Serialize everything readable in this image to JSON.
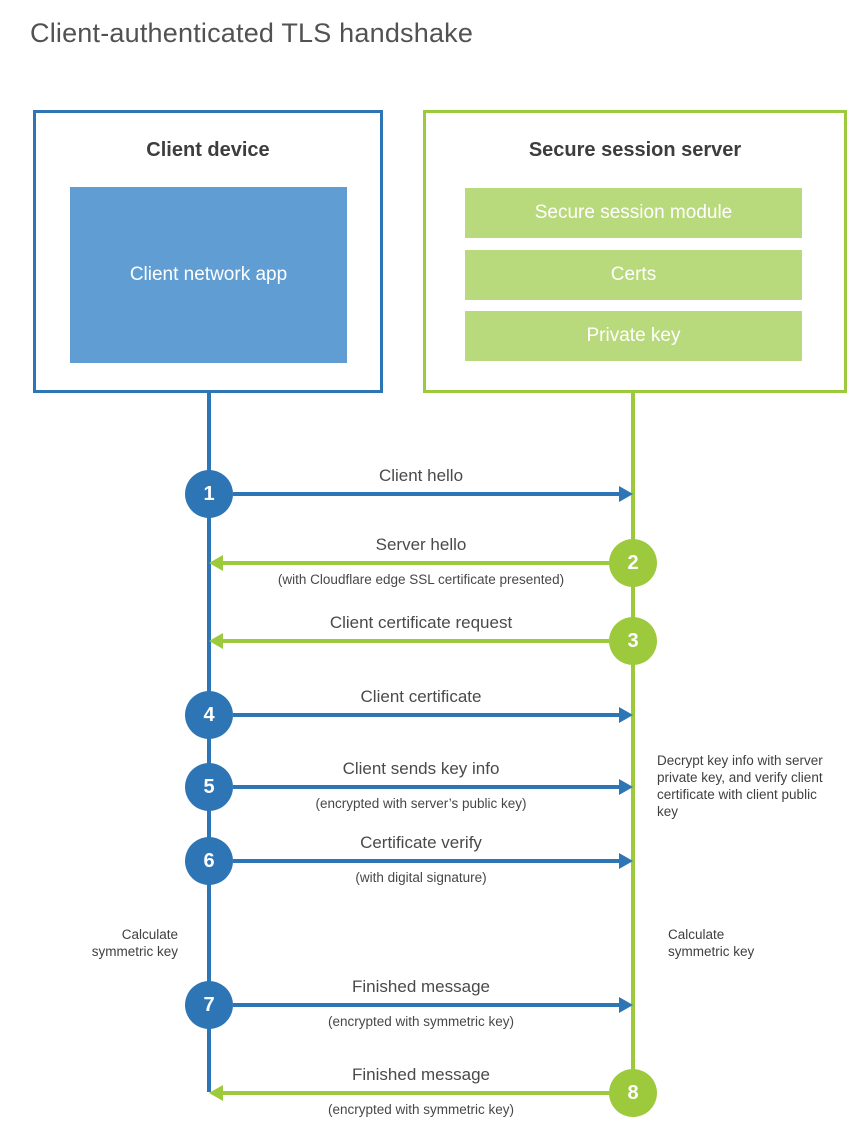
{
  "title": "Client-authenticated TLS handshake",
  "colors": {
    "blue": "#2e75b6",
    "light_blue": "#5f9dd2",
    "green": "#9cca3c",
    "light_green": "#b9da7c"
  },
  "client_box": {
    "title": "Client device",
    "inner_label": "Client network app"
  },
  "server_box": {
    "title": "Secure session server",
    "modules": [
      "Secure session module",
      "Certs",
      "Private key"
    ]
  },
  "steps": [
    {
      "num": "1",
      "from": "client",
      "direction": "right",
      "label": "Client hello",
      "sub": ""
    },
    {
      "num": "2",
      "from": "server",
      "direction": "left",
      "label": "Server hello",
      "sub": "(with Cloudflare edge SSL certificate presented)"
    },
    {
      "num": "3",
      "from": "server",
      "direction": "left",
      "label": "Client certificate request",
      "sub": ""
    },
    {
      "num": "4",
      "from": "client",
      "direction": "right",
      "label": "Client certificate",
      "sub": ""
    },
    {
      "num": "5",
      "from": "client",
      "direction": "right",
      "label": "Client sends key info",
      "sub": "(encrypted with server’s public key)"
    },
    {
      "num": "6",
      "from": "client",
      "direction": "right",
      "label": "Certificate verify",
      "sub": "(with digital signature)"
    },
    {
      "num": "7",
      "from": "client",
      "direction": "right",
      "label": "Finished message",
      "sub": "(encrypted with symmetric key)"
    },
    {
      "num": "8",
      "from": "server",
      "direction": "left",
      "label": "Finished message",
      "sub": "(encrypted with symmetric key)"
    }
  ],
  "annotations": {
    "calc_left": "Calculate symmetric key",
    "calc_right": "Calculate symmetric key",
    "decrypt_note": "Decrypt key info with server private key, and verify client certificate with client public key"
  }
}
